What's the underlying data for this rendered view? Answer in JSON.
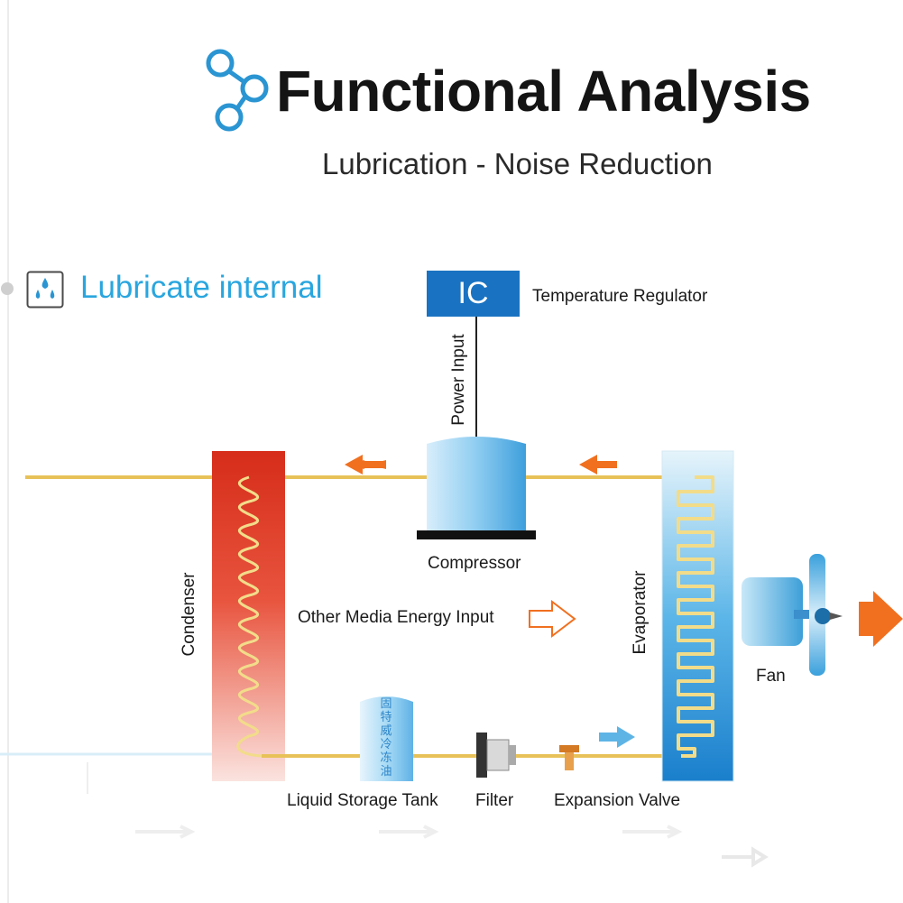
{
  "header": {
    "title": "Functional Analysis",
    "subtitle": "Lubrication - Noise Reduction",
    "section_label": "Lubricate internal"
  },
  "diagram": {
    "ic_label": "IC",
    "temperature_regulator": "Temperature Regulator",
    "power_input": "Power Input",
    "compressor": "Compressor",
    "condenser": "Condenser",
    "evaporator": "Evaporator",
    "other_media": "Other Media Energy Input",
    "fan": "Fan",
    "liquid_storage_tank": "Liquid Storage Tank",
    "tank_text": "固特威冷冻油",
    "filter": "Filter",
    "expansion_valve": "Expansion Valve"
  },
  "colors": {
    "accent_blue": "#29a6df",
    "ic_blue": "#1a73c2",
    "arrow_orange": "#f07020",
    "pipe_yellow": "#e8c259",
    "condenser_red": "#d9301c"
  },
  "icons": {
    "logo": "network-nodes-icon",
    "section": "water-drops-icon"
  }
}
